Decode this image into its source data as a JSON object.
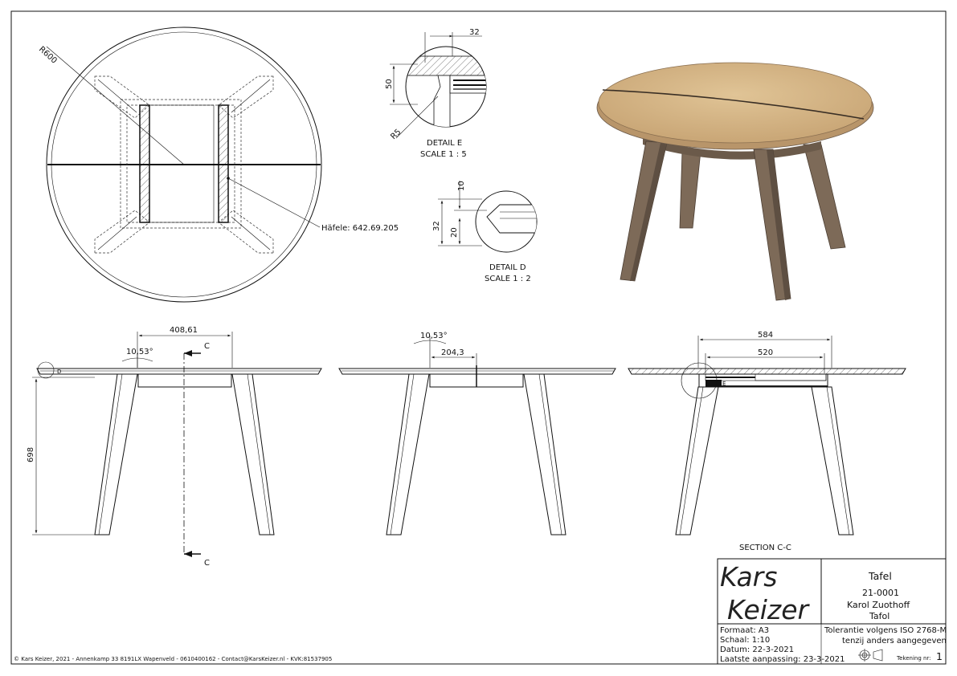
{
  "top_view": {
    "radius_label": "R600",
    "hardware_label": "Häfele: 642.69.205"
  },
  "detail_e": {
    "title": "DETAIL E",
    "scale": "SCALE 1 : 5",
    "dim_width": "32",
    "dim_height": "50",
    "dim_radius": "R5"
  },
  "detail_d": {
    "title": "DETAIL D",
    "scale": "SCALE 1 : 2",
    "dim_total": "32",
    "dim_top": "10",
    "dim_bottom": "20"
  },
  "front_view": {
    "dim_width": "408,61",
    "dim_angle": "10,53°",
    "dim_height": "698",
    "section_marker": "C",
    "detail_marker": "D"
  },
  "side_view": {
    "dim_angle": "10,53°",
    "dim_width": "204,3"
  },
  "section_view": {
    "title": "SECTION C-C",
    "dim_outer": "584",
    "dim_inner": "520",
    "detail_marker": "E"
  },
  "title_block": {
    "logo_line1": "Kars",
    "logo_line2": "Keizer",
    "title": "Tafel",
    "number": "21-0001",
    "client": "Karol Zuothoff",
    "subtitle": "Tafol",
    "format": "Formaat: A3",
    "scale": "Schaal: 1:10",
    "date": "Datum: 22-3-2021",
    "last_change": "Laatste aanpassing: 23-3-2021",
    "tolerance1": "Tolerantie volgens ISO 2768-M",
    "tolerance2": "tenzij anders aangegeven",
    "sheet_label": "Tekening nr:",
    "sheet_number": "1"
  },
  "footer": "© Kars Keizer, 2021 - Annenkamp 33 8191LX Wapenveld - 0610400162 - Contact@KarsKeizer.nl - KVK:81537905",
  "colors": {
    "table_top": "#d9b98a",
    "table_edge": "#b8956a",
    "legs": "#7d6a58",
    "legs_dark": "#5e4f42",
    "line": "#111111"
  }
}
